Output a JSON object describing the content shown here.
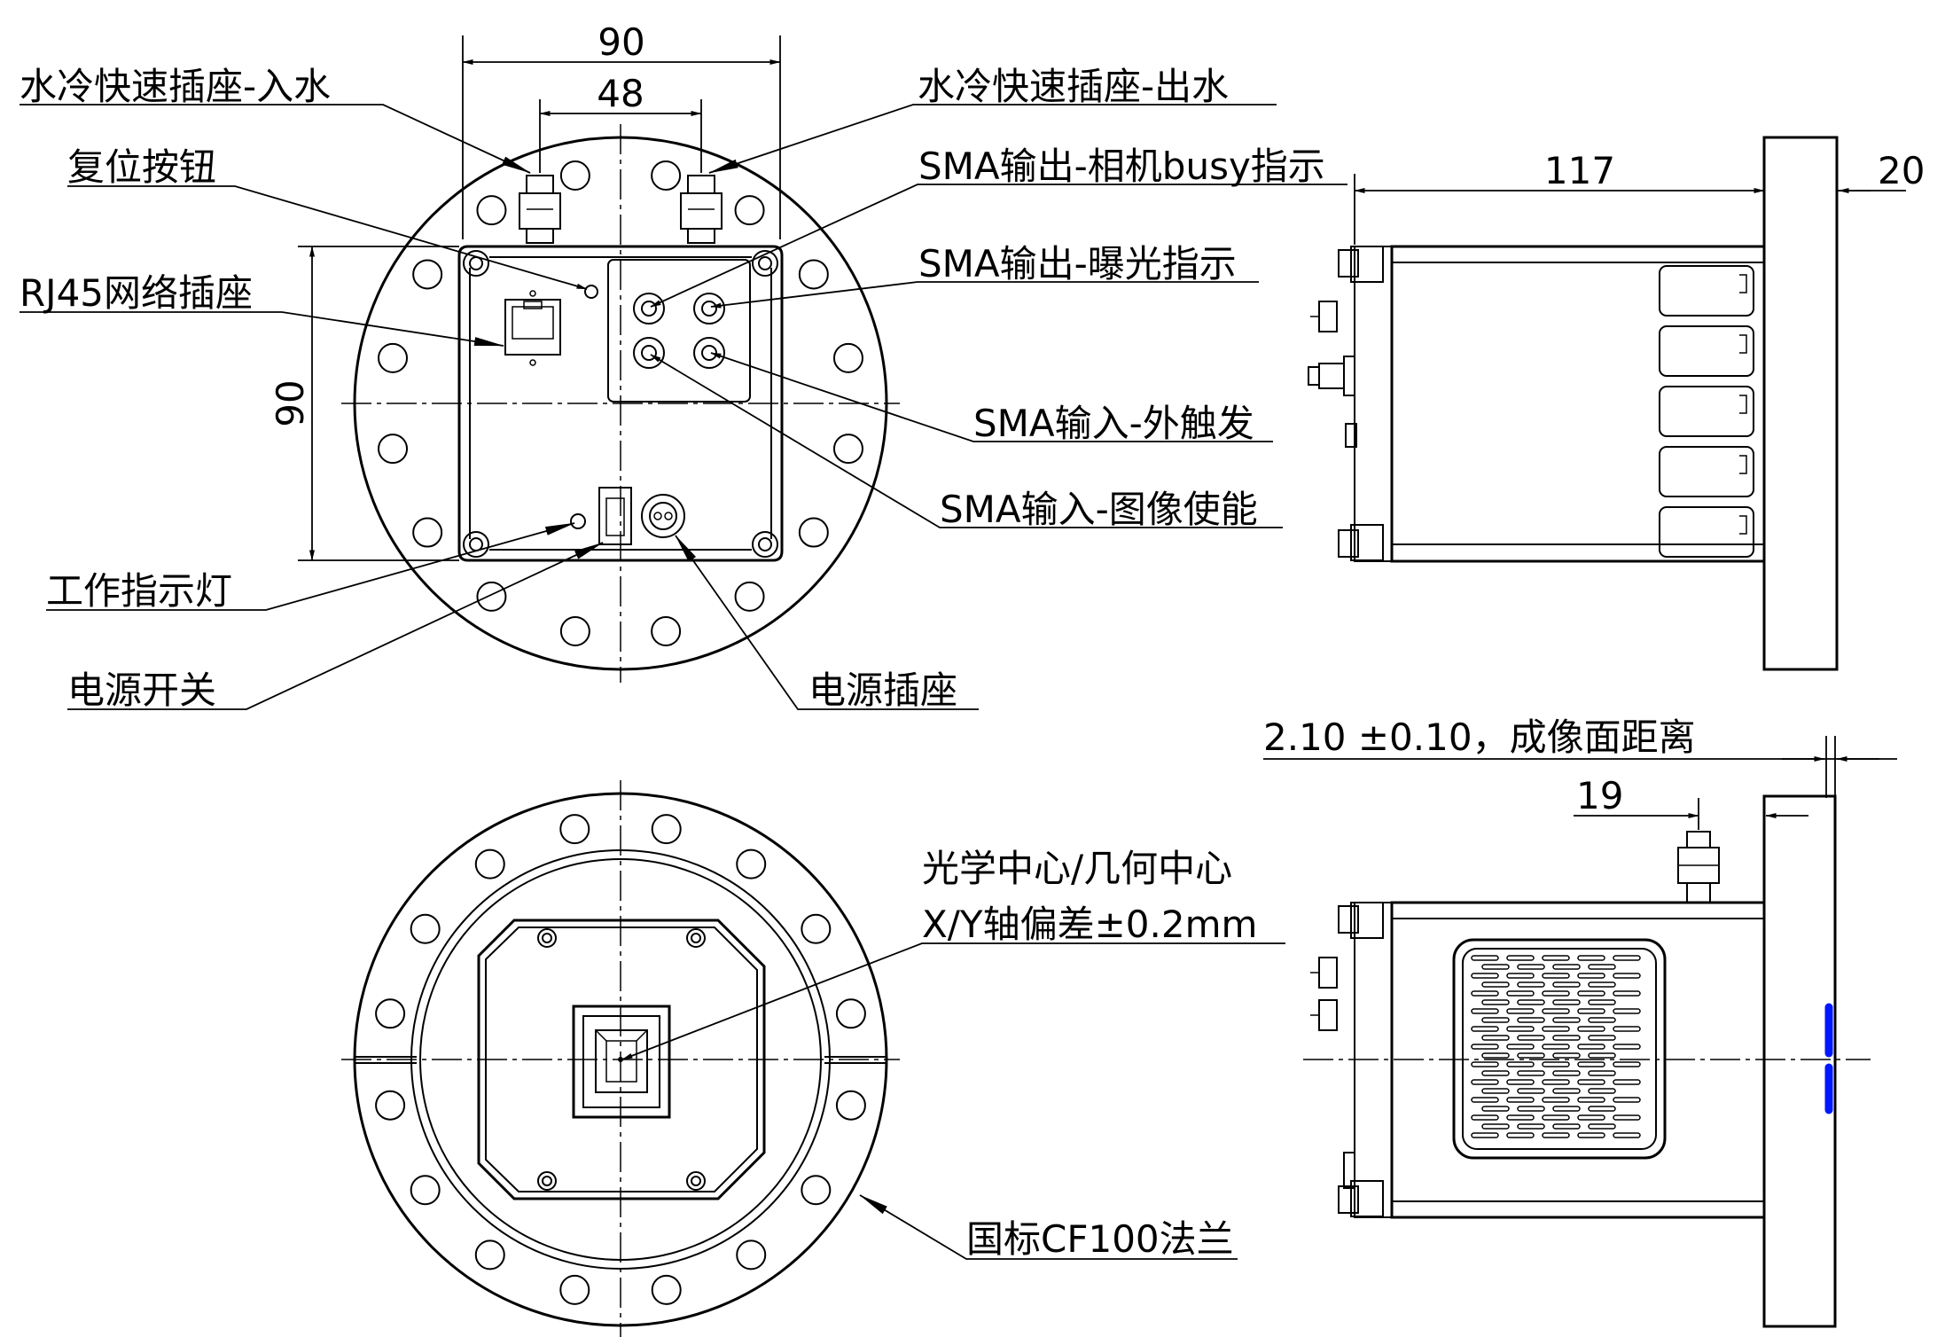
{
  "labels": {
    "water_in": "水冷快速插座-入水",
    "water_out": "水冷快速插座-出水",
    "reset_button": "复位按钮",
    "rj45": "RJ45网络插座",
    "sma_busy": "SMA输出-相机busy指示",
    "sma_exposure": "SMA输出-曝光指示",
    "sma_trigger": "SMA输入-外触发",
    "sma_enable": "SMA输入-图像使能",
    "work_light": "工作指示灯",
    "power_switch": "电源开关",
    "power_socket": "电源插座",
    "center_line1": "光学中心/几何中心",
    "center_line2": "X/Y轴偏差±0.2mm",
    "flange": "国标CF100法兰"
  },
  "dimensions": {
    "top_width_outer": "90",
    "top_width_inner": "48",
    "left_height": "90",
    "side_length": "117",
    "flange_thickness": "20",
    "imaging_distance": "2.10 ±0.10，成像面距离",
    "connector_offset": "19"
  }
}
